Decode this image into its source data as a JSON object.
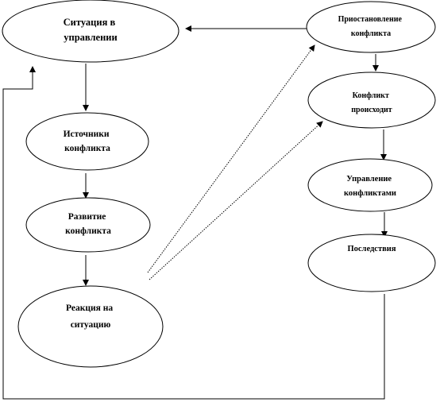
{
  "diagram": {
    "nodes": [
      {
        "id": "situation",
        "lines": [
          "Ситуация в",
          "управлении"
        ]
      },
      {
        "id": "sources",
        "lines": [
          "Источники",
          "конфликта"
        ]
      },
      {
        "id": "development",
        "lines": [
          "Развитие",
          "конфликта"
        ]
      },
      {
        "id": "reaction",
        "lines": [
          "Реакция на",
          "ситуацию"
        ]
      },
      {
        "id": "suspension",
        "lines": [
          "Приостановление",
          "конфликта"
        ]
      },
      {
        "id": "occurs",
        "lines": [
          "Конфликт",
          "происходит"
        ]
      },
      {
        "id": "management",
        "lines": [
          "Управление",
          "конфликтами"
        ]
      },
      {
        "id": "consequences",
        "lines": [
          "Последствия"
        ]
      }
    ]
  }
}
